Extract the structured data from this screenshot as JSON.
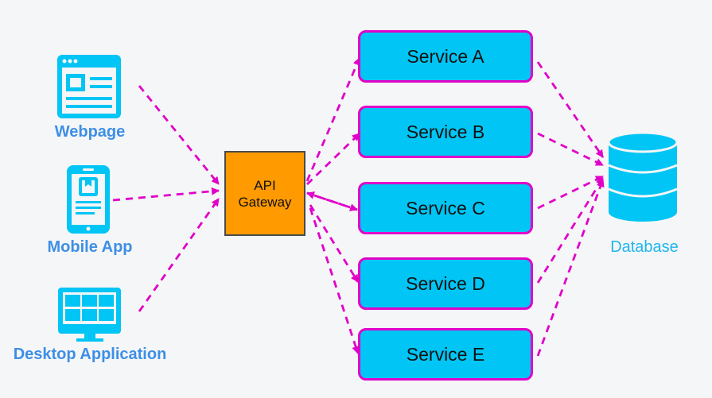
{
  "clients": [
    {
      "label": "Webpage",
      "icon": "webpage-icon"
    },
    {
      "label": "Mobile App",
      "icon": "mobile-app-icon"
    },
    {
      "label": "Desktop Application",
      "icon": "desktop-icon"
    }
  ],
  "gateway": {
    "line1": "API",
    "line2": "Gateway"
  },
  "services": [
    {
      "label": "Service A"
    },
    {
      "label": "Service B"
    },
    {
      "label": "Service C"
    },
    {
      "label": "Service D"
    },
    {
      "label": "Service E"
    }
  ],
  "database": {
    "label": "Database",
    "icon": "database-icon"
  },
  "colors": {
    "client_text": "#3d8fe6",
    "icon": "#00c5f5",
    "arrow": "#e100c8",
    "gateway_fill": "#ff9a00",
    "service_fill": "#00c5f5",
    "service_border": "#e100c8",
    "database": "#00c5f5",
    "database_text": "#1fb6ee"
  }
}
